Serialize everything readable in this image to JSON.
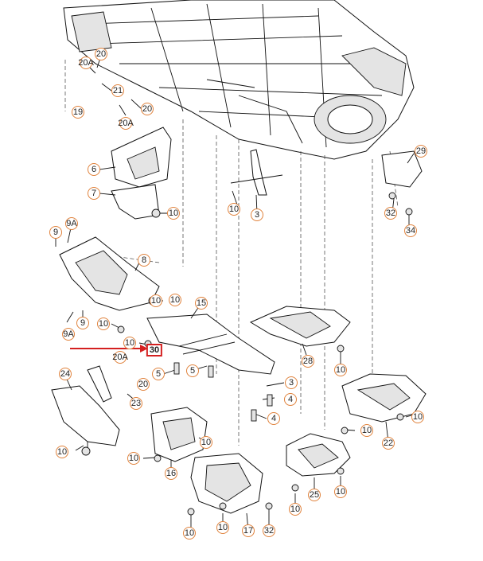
{
  "callouts": [
    {
      "id": "c20a-top",
      "text": "20A"
    },
    {
      "id": "c20-top",
      "text": "20"
    },
    {
      "id": "c21",
      "text": "21"
    },
    {
      "id": "c20-mid",
      "text": "20"
    },
    {
      "id": "c20a-mid",
      "text": "20A"
    },
    {
      "id": "c19",
      "text": "19"
    },
    {
      "id": "c6",
      "text": "6"
    },
    {
      "id": "c7",
      "text": "7"
    },
    {
      "id": "c10-a",
      "text": "10"
    },
    {
      "id": "c10-b",
      "text": "10"
    },
    {
      "id": "c3-top",
      "text": "3"
    },
    {
      "id": "c29",
      "text": "29"
    },
    {
      "id": "c32-r",
      "text": "32"
    },
    {
      "id": "c34",
      "text": "34"
    },
    {
      "id": "c9",
      "text": "9"
    },
    {
      "id": "c9a-top",
      "text": "9A"
    },
    {
      "id": "c8",
      "text": "8"
    },
    {
      "id": "c10-c",
      "text": "10"
    },
    {
      "id": "c9-low",
      "text": "9"
    },
    {
      "id": "c9a-low",
      "text": "9A"
    },
    {
      "id": "c10-d",
      "text": "10"
    },
    {
      "id": "c15",
      "text": "15"
    },
    {
      "id": "c10-e",
      "text": "10"
    },
    {
      "id": "c28",
      "text": "28"
    },
    {
      "id": "c10-f",
      "text": "10"
    },
    {
      "id": "c20a-low",
      "text": "20A"
    },
    {
      "id": "c20-low",
      "text": "20"
    },
    {
      "id": "c5-a",
      "text": "5"
    },
    {
      "id": "c5-b",
      "text": "5"
    },
    {
      "id": "c3-low",
      "text": "3"
    },
    {
      "id": "c4-a",
      "text": "4"
    },
    {
      "id": "c4-b",
      "text": "4"
    },
    {
      "id": "c24",
      "text": "24"
    },
    {
      "id": "c23",
      "text": "23"
    },
    {
      "id": "c10-g",
      "text": "10"
    },
    {
      "id": "c10-h",
      "text": "10"
    },
    {
      "id": "c22",
      "text": "22"
    },
    {
      "id": "c10-i",
      "text": "10"
    },
    {
      "id": "c10-j",
      "text": "10"
    },
    {
      "id": "c10-k",
      "text": "10"
    },
    {
      "id": "c16",
      "text": "16"
    },
    {
      "id": "c10-l",
      "text": "10"
    },
    {
      "id": "c25",
      "text": "25"
    },
    {
      "id": "c10-m",
      "text": "10"
    },
    {
      "id": "c10-n",
      "text": "10"
    },
    {
      "id": "c10-o",
      "text": "10"
    },
    {
      "id": "c17",
      "text": "17"
    },
    {
      "id": "c32-b",
      "text": "32"
    },
    {
      "id": "c10-p",
      "text": "10"
    }
  ],
  "highlight": {
    "text": "30"
  },
  "colors": {
    "callout_border": "#e0823c",
    "highlight": "#d42020",
    "arrow": "#d42020"
  }
}
